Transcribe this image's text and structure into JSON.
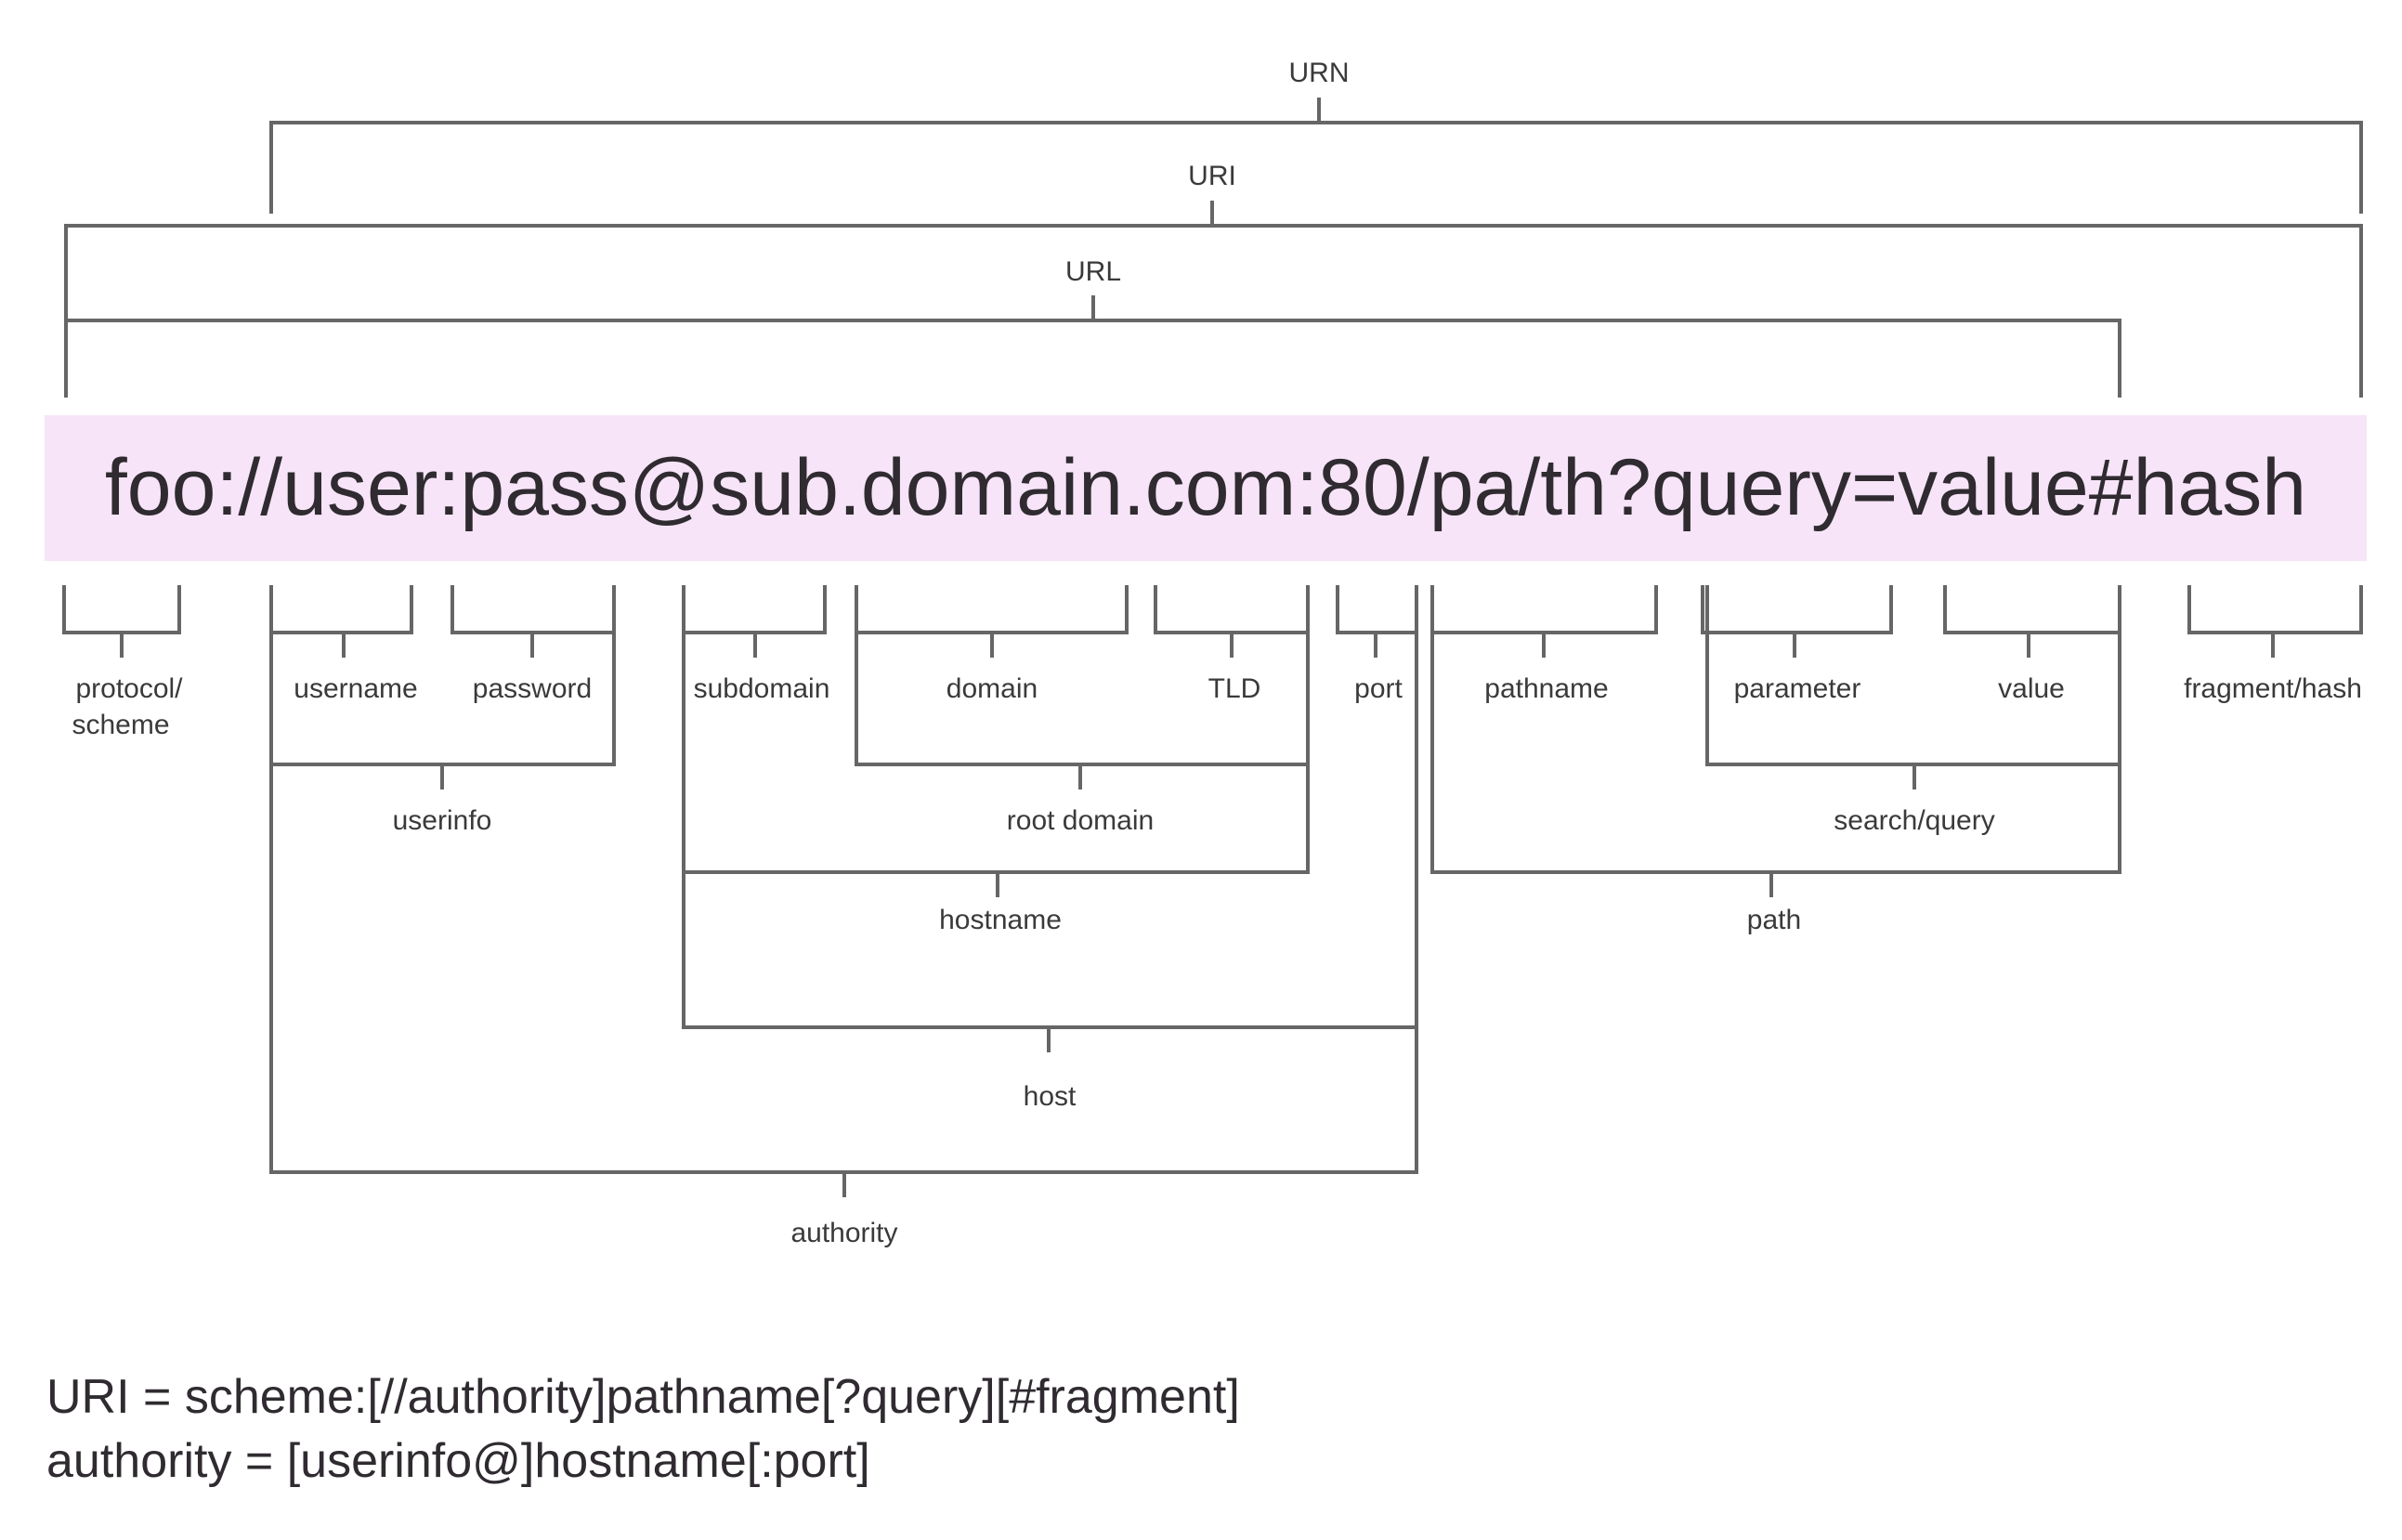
{
  "url_example": "foo://user:pass@sub.domain.com:80/pa/th?query=value#hash",
  "top_labels": {
    "urn": "URN",
    "uri": "URI",
    "url": "URL"
  },
  "component_labels": {
    "protocol": "protocol/",
    "scheme": "scheme",
    "username": "username",
    "password": "password",
    "subdomain": "subdomain",
    "domain": "domain",
    "tld": "TLD",
    "port": "port",
    "pathname": "pathname",
    "parameter": "parameter",
    "value": "value",
    "fragment": "fragment/hash"
  },
  "group_labels": {
    "userinfo": "userinfo",
    "root_domain": "root domain",
    "search_query": "search/query",
    "hostname": "hostname",
    "path": "path",
    "host": "host",
    "authority": "authority"
  },
  "formulas": {
    "uri": "URI = scheme:[//authority]pathname[?query][#fragment]",
    "authority": "authority = [userinfo@]hostname[:port]"
  },
  "colors": {
    "band": "#f7e4f8",
    "line": "#666666",
    "text": "#2f2b30"
  }
}
